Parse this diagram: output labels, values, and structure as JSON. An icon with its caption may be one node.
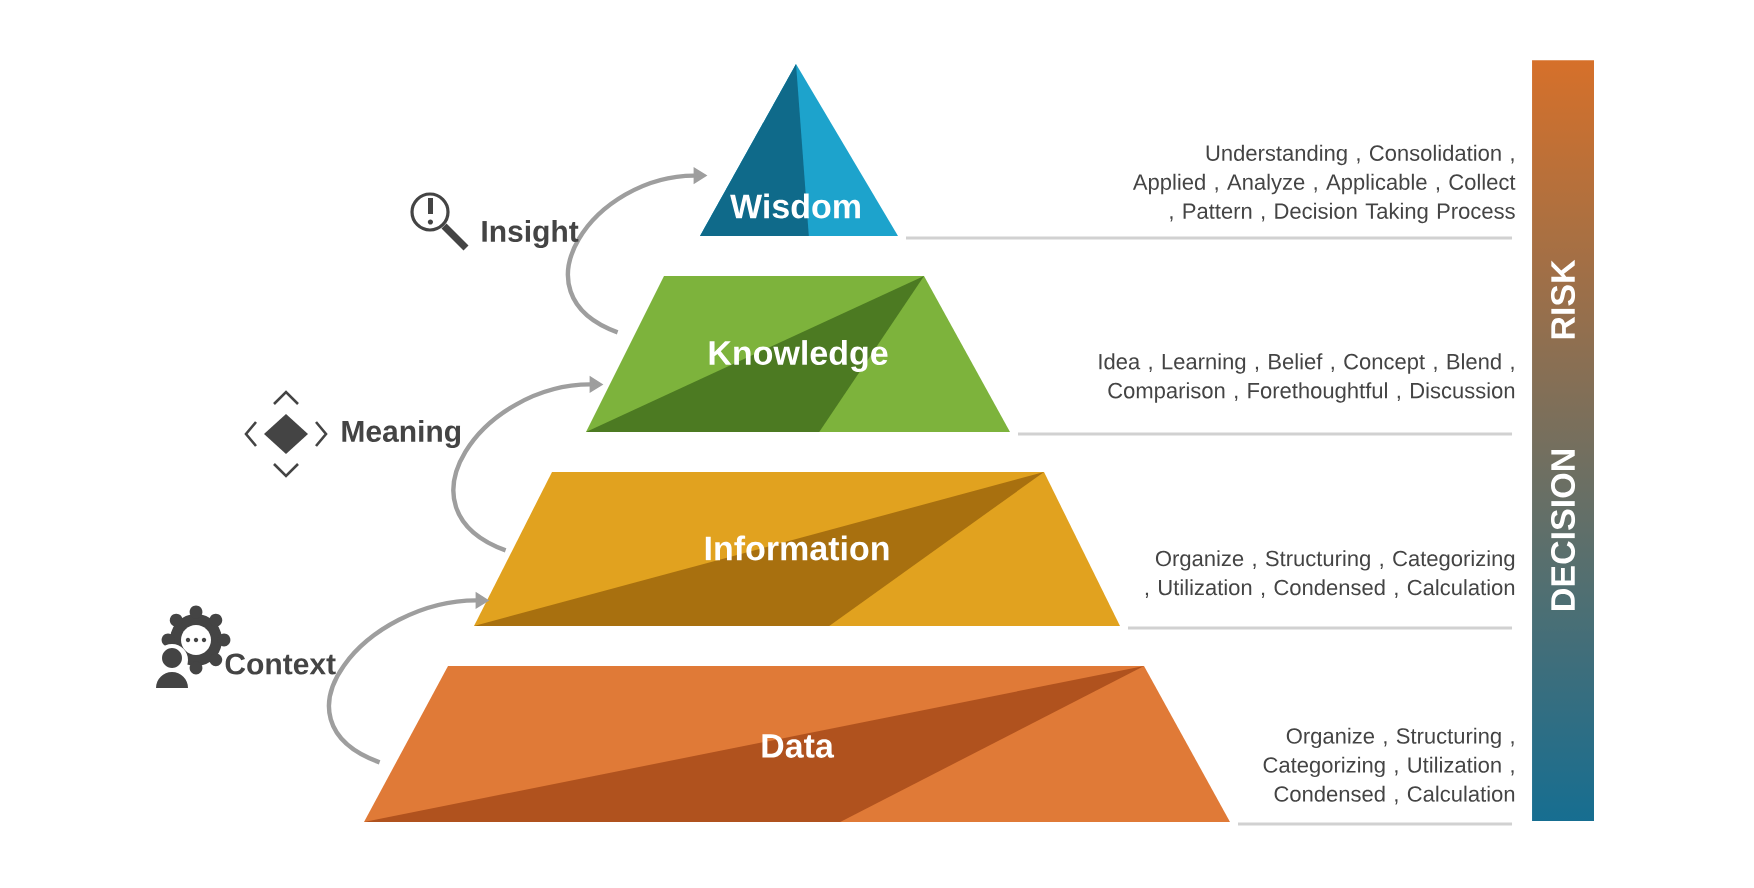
{
  "diagram": {
    "nodes": [
      {
        "text": [
          "Wisdom"
        ]
      },
      {
        "text": [
          "Knowledge"
        ]
      },
      {
        "text": [
          "Information"
        ]
      },
      {
        "text": [
          "Data"
        ]
      },
      {
        "text": [
          "RISK",
          "DECISION"
        ]
      }
    ],
    "edges": [
      {
        "from": 3,
        "to": 2,
        "arrow": "to"
      },
      {
        "from": 2,
        "to": 1,
        "arrow": "to"
      },
      {
        "from": 1,
        "to": 0,
        "arrow": "to"
      }
    ],
    "labels": [
      "Understanding , Consolidation , Applied , Analyze , Applicable , Collect , Pattern , Decision Taking Process",
      "Insight",
      "Idea , Learning , Belief , Concept , Blend , Comparison , Forethoughtful , Discussion",
      "Meaning",
      "Organize , Structuring , Categorizing , Utilization , Condensed , Calculation",
      "Context",
      "Organize , Structuring , Categorizing , Utilization , Condensed , Calculation"
    ]
  }
}
